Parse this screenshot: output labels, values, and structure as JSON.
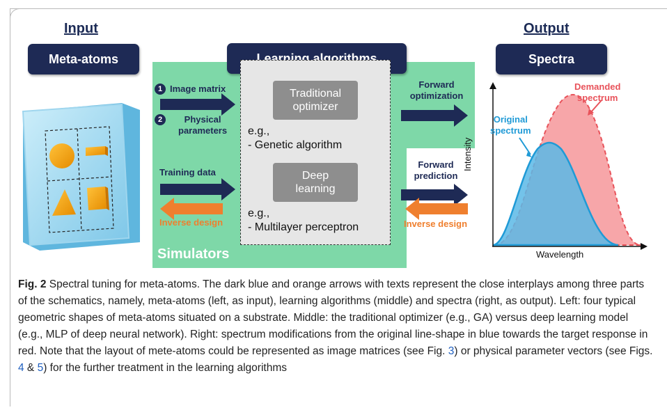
{
  "headers": {
    "input": "Input",
    "output": "Output"
  },
  "pills": {
    "meta_atoms": "Meta-atoms",
    "learning": "Learning algorithms",
    "spectra": "Spectra"
  },
  "left_flow": {
    "step1_num": "1",
    "step1_label": "Image matrix",
    "step2_num": "2",
    "step2_label_line1": "Physical",
    "step2_label_line2": "parameters",
    "training_data": "Training data",
    "inverse_design": "Inverse design"
  },
  "algorithms": {
    "traditional_line1": "Traditional",
    "traditional_line2": "optimizer",
    "eg1_line1": "e.g.,",
    "eg1_line2": "- Genetic algorithm",
    "deep_line1": "Deep",
    "deep_line2": "learning",
    "eg2_line1": "e.g.,",
    "eg2_line2": "- Multilayer perceptron"
  },
  "right_flow": {
    "forward_opt_line1": "Forward",
    "forward_opt_line2": "optimization",
    "forward_pred_line1": "Forward",
    "forward_pred_line2": "prediction",
    "inverse_design": "Inverse design"
  },
  "simulators": "Simulators",
  "spectrum_plot": {
    "demanded_line1": "Demanded",
    "demanded_line2": "spectrum",
    "original_line1": "Original",
    "original_line2": "spectrum",
    "xlabel": "Wavelength",
    "ylabel": "Intensity"
  },
  "caption": {
    "fig_label": "Fig. 2",
    "text1": " Spectral tuning for meta-atoms. The dark blue and orange arrows with texts represent the close interplays among three parts of the schematics, namely, meta-atoms (left, as input), learning algorithms (middle) and spectra (right, as output). Left: four typical geometric shapes of meta-atoms situated on a substrate. Middle: the traditional optimizer (e.g., GA) versus deep learning model (e.g., MLP of deep neural network). Right: spectrum modifications from the original line-shape in blue towards the target response in red. Note that the layout of mete-atoms could be represented as image matrices (see Fig. ",
    "ref_fig3": "3",
    "text2": ") or physical parameter vectors (see Figs. ",
    "ref_fig4": "4",
    "text3": " & ",
    "ref_fig5": "5",
    "text4": ") for the further treatment in the learning algorithms"
  },
  "colors": {
    "navy": "#1e2a55",
    "orange": "#ef7f2e",
    "green": "#7ed8a8",
    "gray_box": "#8e8e8e",
    "blue_fill": "#5bb8e6",
    "red_fill": "#f7a6a9",
    "red_line": "#e8525a"
  }
}
